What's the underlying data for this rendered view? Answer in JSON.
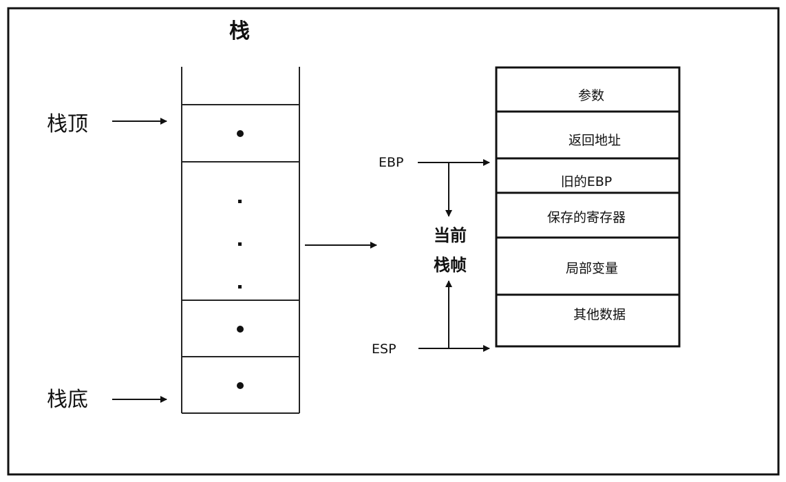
{
  "title": "栈",
  "stack_top_label": "栈顶",
  "stack_bottom_label": "栈底",
  "current_frame_label_line1": "当前",
  "current_frame_label_line2": "栈帧",
  "ebp_label": "EBP",
  "esp_label": "ESP",
  "frame_cells": [
    "参数",
    "返回地址",
    "旧的EBP",
    "保存的寄存器",
    "局部变量",
    "其他数据"
  ]
}
